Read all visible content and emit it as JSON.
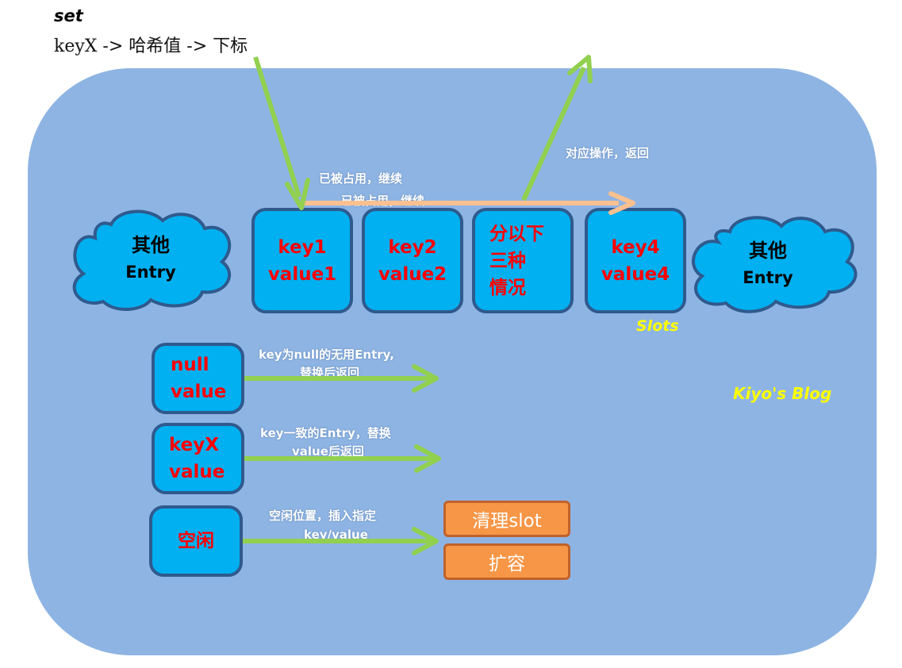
{
  "header": {
    "title": "set",
    "path": "keyX -> 哈希值 -> 下标"
  },
  "clouds": {
    "left": {
      "line1": "其他",
      "line2": "Entry"
    },
    "right": {
      "line1": "其他",
      "line2": "Entry"
    }
  },
  "slots": [
    {
      "line1": "key1",
      "line2": "value1"
    },
    {
      "line1": "key2",
      "line2": "value2"
    },
    {
      "line1": "分以下",
      "line2": "三种",
      "line3": "情况"
    },
    {
      "line1": "key4",
      "line2": "value4"
    }
  ],
  "slots_label": "Slots",
  "arrow_labels": {
    "occupied_1": "已被占用，继续",
    "occupied_2": "已被占用，继续",
    "found": "对应操作，返回"
  },
  "cases": [
    {
      "line1": "null",
      "line2": "value",
      "desc1": "key为null的无用Entry,",
      "desc2": "替换后返回"
    },
    {
      "line1": "keyX",
      "line2": "value",
      "desc1": "key一致的Entry，替换",
      "desc2": "value后返回"
    },
    {
      "line1": "空闲",
      "desc1": "空闲位置，插入指定",
      "desc2": "key/value"
    }
  ],
  "actions": {
    "clean": "清理slot",
    "expand": "扩容"
  },
  "watermark": "Kiyo's Blog",
  "colors": {
    "panel": "#8eb4e3",
    "slot_fill": "#00b0f0",
    "slot_border": "#2f5a8e",
    "slot_text": "#ff0000",
    "green_arrow": "#92d050",
    "peach_arrow": "#fac090",
    "orange_box": "#f79646",
    "watermark": "#ffff00"
  }
}
